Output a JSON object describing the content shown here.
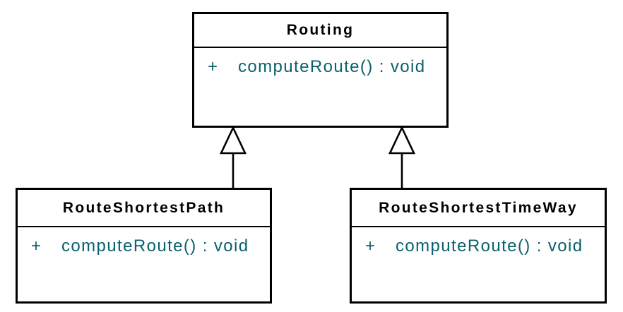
{
  "diagram": {
    "type": "uml-class-diagram",
    "classes": [
      {
        "id": "routing",
        "name": "Routing",
        "attributes": [],
        "methods": [
          {
            "visibility": "+",
            "signature": "computeRoute() : void"
          }
        ]
      },
      {
        "id": "route-shortest-path",
        "name": "RouteShortestPath",
        "attributes": [],
        "methods": [
          {
            "visibility": "+",
            "signature": "computeRoute() : void"
          }
        ]
      },
      {
        "id": "route-shortest-time-way",
        "name": "RouteShortestTimeWay",
        "attributes": [],
        "methods": [
          {
            "visibility": "+",
            "signature": "computeRoute() : void"
          }
        ]
      }
    ],
    "relationships": [
      {
        "type": "generalization",
        "from": "RouteShortestPath",
        "to": "Routing",
        "arrowhead": "hollow-triangle"
      },
      {
        "type": "generalization",
        "from": "RouteShortestTimeWay",
        "to": "Routing",
        "arrowhead": "hollow-triangle"
      }
    ],
    "colors": {
      "background": "#ffffff",
      "border": "#000000",
      "class_name_text": "#000000",
      "method_text": "#0a606d",
      "arrow": "#000000"
    }
  }
}
